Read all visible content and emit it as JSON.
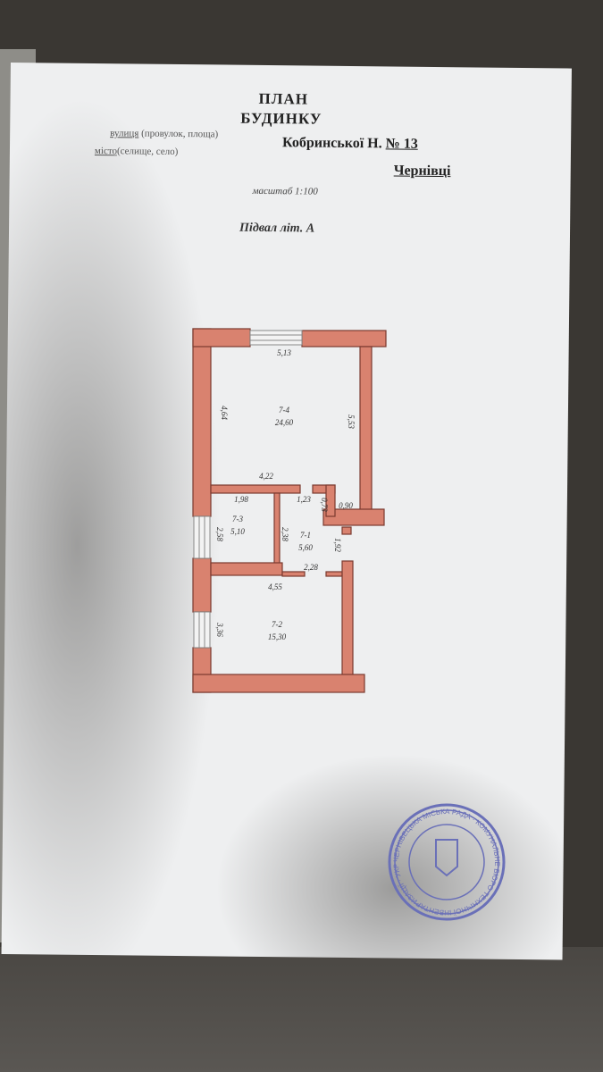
{
  "document": {
    "title_line1": "ПЛАН",
    "title_line2": "БУДИНКУ",
    "street_label": "вулиця",
    "street_hint": "(провулок, площа)",
    "street_value": "Кобринської Н.",
    "number_value": "№ 13",
    "city_label": "місто",
    "city_hint": "(селище, село)",
    "city_value": "Чернівці",
    "scale": "масштаб 1:100",
    "floor_label": "Підвал  літ. А"
  },
  "floor_plan": {
    "wall_color": "#d9826f",
    "rooms": [
      {
        "id": "7-4",
        "area": "24,60"
      },
      {
        "id": "7-3",
        "area": "5,10"
      },
      {
        "id": "7-1",
        "area": "5,60"
      },
      {
        "id": "7-2",
        "area": "15,30"
      }
    ],
    "dimensions": [
      "5,13",
      "4,64",
      "5,53",
      "4,22",
      "1,98",
      "1,23",
      "0,73",
      "0,90",
      "2,58",
      "2,38",
      "1,92",
      "2,28",
      "4,55",
      "3,36"
    ]
  },
  "stamp": {
    "color": "#6a70b8",
    "text": "ЧЕРНІВЕЦЬКА МІСЬКА РАДА · КОМУНАЛЬНЕ БЮРО ТЕХНІЧНОЇ ІНВЕНТАРИЗАЦІЇ · УКРАЇНА"
  }
}
